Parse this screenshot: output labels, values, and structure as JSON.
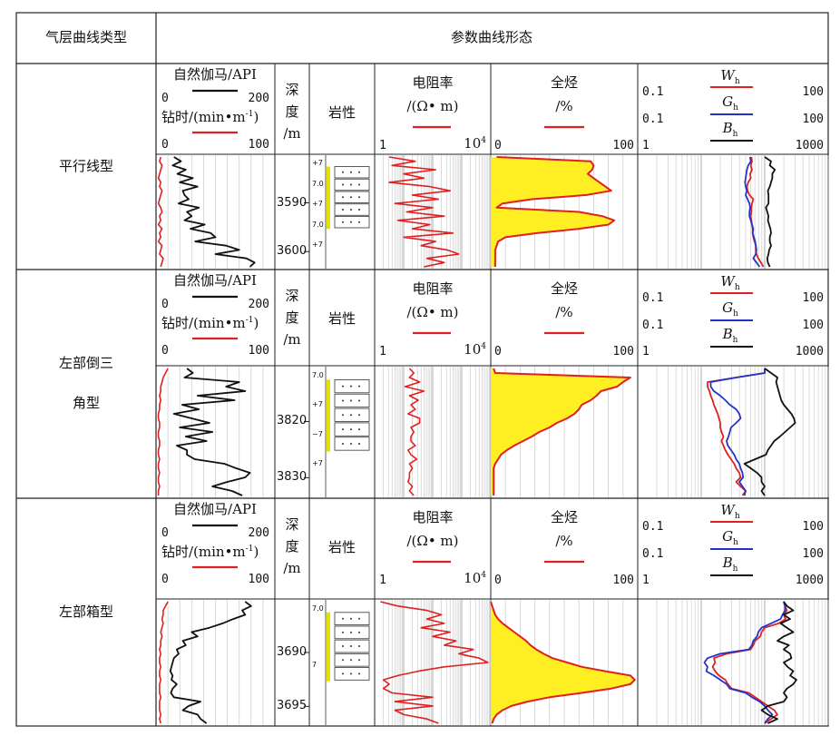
{
  "table": {
    "col_type": "气层曲线类型",
    "col_shape": "参数曲线形态"
  },
  "headers": {
    "gamma": {
      "title": "自然伽马/API",
      "min": "0",
      "max": "200"
    },
    "drill": {
      "title": "钻时/(min•m",
      "sup": "-1",
      "close": ")",
      "min": "0",
      "max": "100"
    },
    "depth": {
      "chars": [
        "深",
        "度",
        "/m"
      ]
    },
    "lith": "岩性",
    "res": {
      "title": "电阻率",
      "unit": "/(Ω• m)",
      "min": "1",
      "max": "10",
      "max_exp": "4"
    },
    "gas": {
      "title": "全烃",
      "unit": "/%",
      "min": "0",
      "max": "100"
    },
    "ratios": {
      "wh": {
        "sym": "W",
        "sub": "h",
        "min": "0.1",
        "max": "100"
      },
      "gh": {
        "sym": "G",
        "sub": "h",
        "min": "0.1",
        "max": "100"
      },
      "bh": {
        "sym": "B",
        "sub": "h",
        "min": "1",
        "max": "1000"
      }
    }
  },
  "colors": {
    "gamma": "#111111",
    "drill": "#e02020",
    "res": "#e02020",
    "gas_line": "#e02020",
    "gas_fill": "#ffee22",
    "wh": "#e02020",
    "gh": "#2233cc",
    "bh": "#111111",
    "lith_marker": "#e6e000"
  },
  "rows": [
    {
      "type_lines": [
        "平行线型"
      ],
      "depth_labels": [
        "3590",
        "3600"
      ],
      "lith_labels": [
        "+7",
        "7.0",
        "+7",
        "7.0",
        "+7"
      ]
    },
    {
      "type_lines": [
        "左部倒三",
        "角型"
      ],
      "depth_labels": [
        "3820",
        "3830"
      ],
      "lith_labels": [
        "7.0",
        "+7",
        "−7",
        "+7"
      ]
    },
    {
      "type_lines": [
        "左部箱型"
      ],
      "depth_labels": [
        "3690",
        "3695"
      ],
      "lith_labels": [
        "7.0",
        "7"
      ]
    }
  ],
  "chart_data": [
    {
      "type": "line",
      "title": "平行线型",
      "depth_range": [
        "top",
        "bottom"
      ],
      "series": [
        {
          "name": "自然伽马",
          "unit": "API",
          "xlim": [
            0,
            200
          ],
          "values": [
            30,
            42,
            28,
            50,
            36,
            62,
            40,
            70,
            45,
            48,
            55,
            38,
            72,
            52,
            60,
            48,
            82,
            58,
            92,
            100,
            66,
            118,
            140,
            100,
            152,
            166,
            158
          ]
        },
        {
          "name": "钻时",
          "xlim": [
            0,
            100
          ],
          "values": [
            4,
            3,
            5,
            4,
            3,
            2,
            4,
            3,
            5,
            4,
            3,
            2,
            4,
            5,
            3,
            4,
            2,
            5,
            3,
            4,
            2,
            5,
            4,
            3,
            6,
            5,
            4
          ]
        },
        {
          "name": "电阻率",
          "xlim_log10": [
            0,
            4
          ],
          "values_log10": [
            0.5,
            1.4,
            0.6,
            2.1,
            1.0,
            1.7,
            0.5,
            1.9,
            2.6,
            1.3,
            2.2,
            0.7,
            2.0,
            1.1,
            2.4,
            0.8,
            1.9,
            1.3,
            2.7,
            1.0,
            2.1,
            1.6,
            2.5,
            2.9,
            1.8,
            2.4,
            1.7
          ]
        },
        {
          "name": "全烃",
          "xlim": [
            0,
            100
          ],
          "values": [
            4,
            68,
            70,
            69,
            66,
            70,
            74,
            78,
            82,
            65,
            28,
            8,
            4,
            60,
            76,
            84,
            80,
            60,
            32,
            10,
            5,
            4,
            3,
            3,
            3,
            3,
            3
          ]
        },
        {
          "name": "Wh",
          "xlim_log10": [
            -1,
            2
          ],
          "values_log10": [
            0.79,
            0.8,
            0.78,
            0.8,
            0.77,
            0.78,
            0.74,
            0.72,
            0.73,
            0.76,
            0.82,
            0.8,
            0.79,
            0.79,
            0.78,
            0.79,
            0.8,
            0.81,
            0.81,
            0.82,
            0.84,
            0.86,
            0.86,
            0.87,
            0.9,
            0.94,
            0.98
          ]
        },
        {
          "name": "Gh",
          "xlim_log10": [
            -1,
            2
          ],
          "values_log10": [
            0.77,
            0.78,
            0.74,
            0.72,
            0.71,
            0.7,
            0.69,
            0.7,
            0.72,
            0.7,
            0.73,
            0.76,
            0.77,
            0.76,
            0.76,
            0.78,
            0.8,
            0.82,
            0.81,
            0.83,
            0.85,
            0.86,
            0.87,
            0.86,
            0.82,
            0.87,
            0.92
          ]
        },
        {
          "name": "Bh",
          "xlim_log10": [
            0,
            3
          ],
          "values_log10": [
            2.0,
            2.1,
            2.08,
            2.16,
            2.12,
            2.12,
            2.1,
            2.08,
            2.05,
            2.06,
            2.06,
            2.06,
            2.02,
            2.04,
            2.06,
            2.05,
            2.07,
            2.09,
            2.1,
            2.08,
            2.08,
            2.1,
            2.07,
            2.06,
            2.04,
            2.05,
            2.08
          ]
        }
      ]
    },
    {
      "type": "line",
      "title": "左部倒三角型",
      "depth_range": [
        "top",
        "bottom"
      ],
      "series": [
        {
          "name": "自然伽马",
          "unit": "API",
          "xlim": [
            0,
            200
          ],
          "values": [
            52,
            62,
            48,
            140,
            118,
            150,
            70,
            132,
            44,
            72,
            30,
            60,
            90,
            40,
            95,
            50,
            85,
            35,
            52,
            52,
            65,
            115,
            135,
            158,
            150,
            120,
            95,
            128,
            145
          ]
        },
        {
          "name": "钻时",
          "xlim": [
            0,
            100
          ],
          "values": [
            10,
            8,
            6,
            5,
            4,
            4,
            3,
            4,
            3,
            3,
            2,
            2,
            3,
            3,
            2,
            2,
            3,
            3,
            2,
            2,
            3,
            2,
            2,
            3,
            2,
            2,
            3,
            2,
            2
          ]
        },
        {
          "name": "电阻率",
          "xlim_log10": [
            0,
            4
          ],
          "values_log10": [
            1.2,
            1.35,
            1.2,
            1.55,
            1.05,
            1.7,
            1.2,
            1.5,
            1.25,
            1.4,
            1.15,
            1.55,
            1.55,
            1.25,
            1.35,
            1.25,
            1.25,
            1.4,
            1.15,
            1.25,
            1.45,
            1.2,
            1.3,
            1.2,
            1.2,
            1.15,
            1.3,
            1.2,
            1.35
          ]
        },
        {
          "name": "全烃",
          "xlim": [
            0,
            100
          ],
          "values": [
            2,
            3,
            95,
            90,
            86,
            75,
            72,
            68,
            62,
            60,
            57,
            52,
            45,
            40,
            33,
            28,
            22,
            16,
            11,
            7,
            5,
            3,
            2,
            2,
            2,
            2,
            2,
            2,
            2
          ]
        },
        {
          "name": "Wh",
          "xlim_log10": [
            -1,
            2
          ],
          "values_log10": [
            1.0,
            1.0,
            0.55,
            0.1,
            0.1,
            0.13,
            0.15,
            0.18,
            0.2,
            0.23,
            0.26,
            0.28,
            0.3,
            0.3,
            0.32,
            0.35,
            0.32,
            0.35,
            0.38,
            0.42,
            0.47,
            0.52,
            0.55,
            0.6,
            0.62,
            0.55,
            0.62,
            0.7,
            0.65
          ]
        },
        {
          "name": "Gh",
          "xlim_log10": [
            -1,
            2
          ],
          "values_log10": [
            1.0,
            1.0,
            0.55,
            0.15,
            0.15,
            0.2,
            0.3,
            0.38,
            0.45,
            0.55,
            0.6,
            0.62,
            0.55,
            0.47,
            0.45,
            0.43,
            0.4,
            0.42,
            0.47,
            0.52,
            0.55,
            0.6,
            0.62,
            0.65,
            0.66,
            0.6,
            0.65,
            0.7,
            0.68
          ]
        },
        {
          "name": "Bh",
          "xlim_log10": [
            0,
            3
          ],
          "values_log10": [
            2.0,
            2.1,
            2.2,
            2.18,
            2.2,
            2.22,
            2.24,
            2.26,
            2.3,
            2.36,
            2.42,
            2.46,
            2.48,
            2.4,
            2.32,
            2.24,
            2.15,
            2.1,
            2.05,
            2.02,
            1.85,
            1.68,
            1.78,
            1.88,
            1.95,
            1.95,
            2.0,
            1.95,
            2.0
          ]
        }
      ]
    },
    {
      "type": "line",
      "title": "左部箱型",
      "depth_range": [
        "top",
        "bottom"
      ],
      "series": [
        {
          "name": "自然伽马",
          "unit": "API",
          "xlim": [
            0,
            200
          ],
          "values": [
            150,
            160,
            145,
            150,
            130,
            112,
            90,
            60,
            70,
            45,
            50,
            35,
            38,
            30,
            28,
            26,
            24,
            28,
            26,
            35,
            28,
            25,
            30,
            75,
            55,
            45,
            70,
            75,
            85
          ]
        },
        {
          "name": "钻时",
          "xlim": [
            0,
            100
          ],
          "values": [
            10,
            8,
            6,
            6,
            5,
            6,
            5,
            4,
            5,
            4,
            4,
            3,
            4,
            3,
            3,
            4,
            3,
            3,
            4,
            3,
            3,
            3,
            4,
            3,
            3,
            3,
            4,
            3,
            4
          ]
        },
        {
          "name": "电阻率",
          "xlim_log10": [
            0,
            4
          ],
          "values_log10": [
            0.2,
            0.8,
            1.8,
            2.3,
            1.8,
            2.4,
            1.6,
            2.6,
            2.0,
            2.8,
            2.4,
            3.4,
            2.9,
            3.6,
            3.9,
            2.4,
            1.5,
            0.8,
            0.3,
            0.5,
            0.3,
            0.6,
            2.0,
            0.7,
            2.0,
            0.7,
            1.0,
            1.8,
            2.2
          ]
        },
        {
          "name": "全烃",
          "xlim": [
            0,
            100
          ],
          "values": [
            0,
            1,
            2,
            3,
            5,
            8,
            12,
            16,
            20,
            24,
            27,
            31,
            36,
            42,
            52,
            62,
            78,
            95,
            98,
            95,
            82,
            62,
            40,
            25,
            14,
            8,
            4,
            2,
            1
          ]
        },
        {
          "name": "Wh",
          "xlim_log10": [
            -1,
            2
          ],
          "values_log10": [
            1.3,
            1.32,
            1.35,
            1.3,
            1.33,
            1.22,
            1.0,
            0.95,
            0.93,
            0.85,
            0.82,
            0.78,
            0.4,
            0.2,
            0.22,
            0.18,
            0.22,
            0.28,
            0.38,
            0.42,
            0.48,
            0.75,
            0.85,
            0.95,
            1.05,
            1.15,
            1.2,
            1.1,
            1.0
          ]
        },
        {
          "name": "Gh",
          "xlim_log10": [
            -1,
            2
          ],
          "values_log10": [
            1.3,
            1.32,
            1.32,
            1.28,
            1.25,
            1.1,
            0.95,
            0.9,
            0.88,
            0.82,
            0.8,
            0.75,
            0.3,
            0.1,
            0.05,
            0.1,
            0.08,
            0.2,
            0.3,
            0.4,
            0.45,
            0.7,
            0.8,
            0.92,
            1.0,
            1.05,
            1.12,
            1.05,
            1.0
          ]
        },
        {
          "name": "Bh",
          "xlim_log10": [
            0,
            3
          ],
          "values_log10": [
            2.3,
            2.35,
            2.45,
            2.3,
            2.4,
            2.25,
            2.35,
            2.45,
            2.3,
            2.2,
            2.38,
            2.3,
            2.4,
            2.42,
            2.3,
            2.36,
            2.45,
            2.4,
            2.5,
            2.45,
            2.35,
            2.3,
            2.35,
            2.3,
            2.05,
            1.95,
            2.05,
            2.2,
            2.05
          ]
        }
      ]
    }
  ]
}
